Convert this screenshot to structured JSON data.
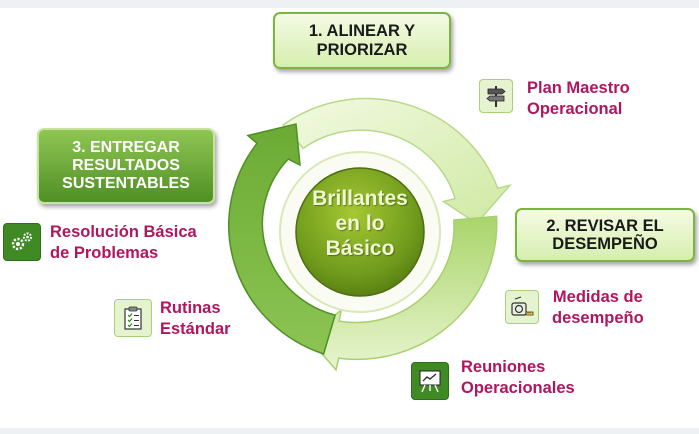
{
  "center": {
    "text": "Brillantes\nen lo\nBásico"
  },
  "steps": [
    {
      "label": "1. ALINEAR Y\nPRIORIZAR"
    },
    {
      "label": "2. REVISAR EL\nDESEMPEÑO"
    },
    {
      "label": "3. ENTREGAR\nRESULTADOS\nSUSTENTABLES"
    }
  ],
  "tools": [
    {
      "label": "Plan Maestro\nOperacional",
      "icon": "signpost-icon"
    },
    {
      "label": "Medidas de\ndesempeño",
      "icon": "tape-measure-icon"
    },
    {
      "label": "Reuniones\nOperacionales",
      "icon": "presentation-board-icon"
    },
    {
      "label": "Rutinas\nEstándar",
      "icon": "checklist-icon"
    },
    {
      "label": "Resolución Básica\nde Problemas",
      "icon": "gears-icon"
    }
  ],
  "colors": {
    "label_text": "#b0165f",
    "dark_green": "#4f8f25",
    "light_green": "#d6eeae",
    "center_fill": "#6f9a1c"
  }
}
